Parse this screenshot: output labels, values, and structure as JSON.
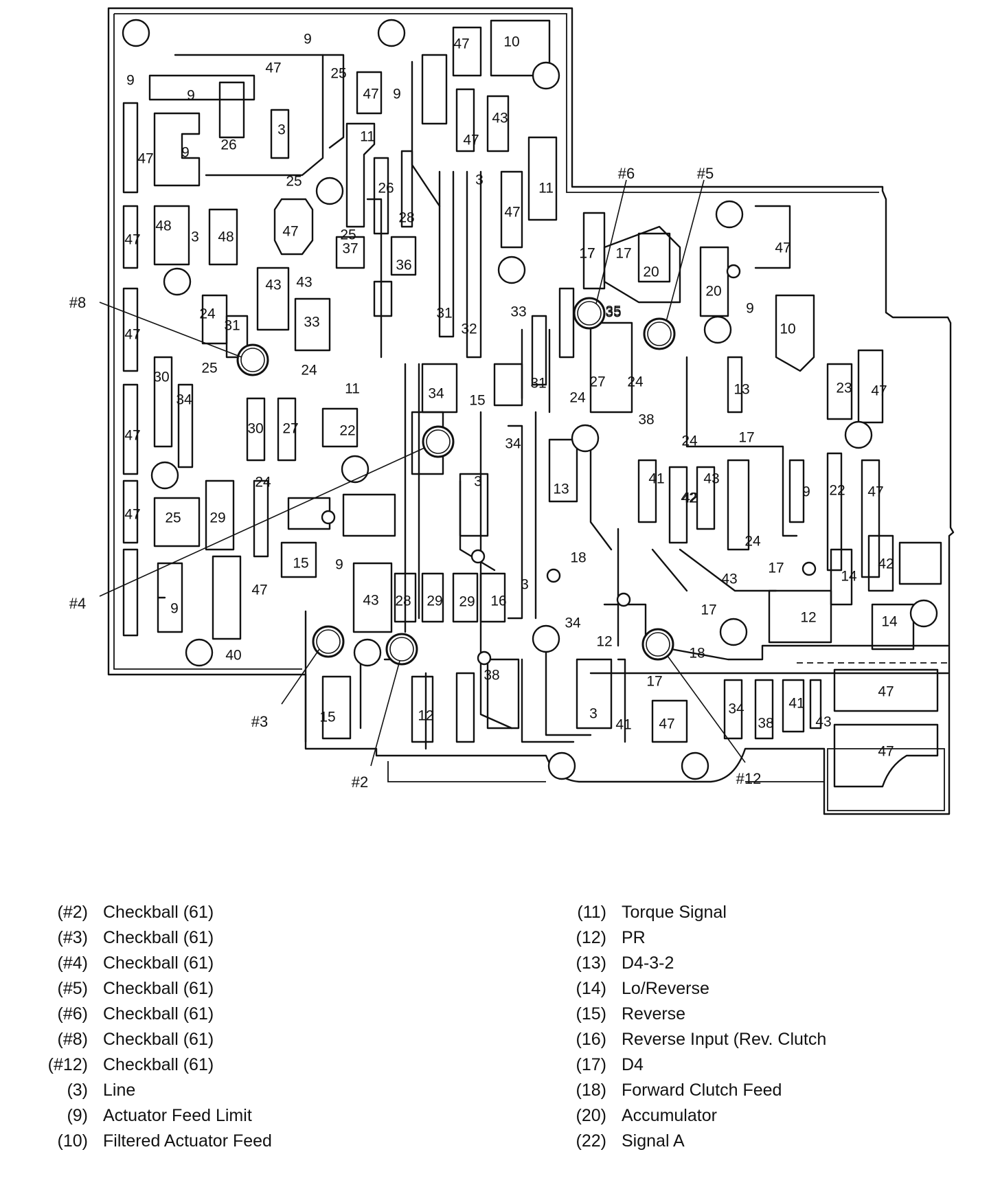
{
  "diagram": {
    "passage_labels": [
      "9",
      "47",
      "10",
      "9",
      "47",
      "25",
      "47",
      "9",
      "9",
      "43",
      "47",
      "47",
      "9",
      "26",
      "3",
      "11",
      "26",
      "25",
      "3",
      "11",
      "25",
      "48",
      "3",
      "48",
      "47",
      "47",
      "28",
      "47",
      "37",
      "36",
      "43",
      "43",
      "24",
      "31",
      "33",
      "47",
      "30",
      "34",
      "25",
      "24",
      "11",
      "30",
      "27",
      "22",
      "47",
      "24",
      "47",
      "25",
      "29",
      "15",
      "9",
      "43",
      "28",
      "29",
      "29",
      "16",
      "47",
      "9",
      "40",
      "15",
      "12",
      "38",
      "3",
      "41",
      "47",
      "34",
      "38",
      "41",
      "43",
      "47",
      "47",
      "31",
      "32",
      "33",
      "35",
      "34",
      "15",
      "3",
      "34",
      "3",
      "13",
      "18",
      "34",
      "12",
      "31",
      "24",
      "27",
      "24",
      "38",
      "24",
      "35",
      "17",
      "17",
      "20",
      "20",
      "17",
      "47",
      "9",
      "10",
      "13",
      "17",
      "23",
      "47",
      "41",
      "43",
      "42",
      "24",
      "43",
      "42",
      "9",
      "22",
      "47",
      "14",
      "42",
      "17",
      "12",
      "14",
      "17",
      "18",
      "17"
    ],
    "checkball_labels": [
      "#6",
      "#5",
      "#8",
      "#4",
      "#3",
      "#2",
      "#12"
    ]
  },
  "legend_left": [
    {
      "num": "(#2)",
      "text": "Checkball (61)"
    },
    {
      "num": "(#3)",
      "text": "Checkball (61)"
    },
    {
      "num": "(#4)",
      "text": "Checkball (61)"
    },
    {
      "num": "(#5)",
      "text": "Checkball (61)"
    },
    {
      "num": "(#6)",
      "text": "Checkball (61)"
    },
    {
      "num": "(#8)",
      "text": "Checkball (61)"
    },
    {
      "num": "(#12)",
      "text": "Checkball (61)"
    },
    {
      "num": "(3)",
      "text": "Line"
    },
    {
      "num": "(9)",
      "text": "Actuator Feed Limit"
    },
    {
      "num": "(10)",
      "text": "Filtered Actuator Feed"
    }
  ],
  "legend_right": [
    {
      "num": "(11)",
      "text": "Torque Signal"
    },
    {
      "num": "(12)",
      "text": "PR"
    },
    {
      "num": "(13)",
      "text": "D4-3-2"
    },
    {
      "num": "(14)",
      "text": "Lo/Reverse"
    },
    {
      "num": "(15)",
      "text": "Reverse"
    },
    {
      "num": "(16)",
      "text": "Reverse Input (Rev. Clutch"
    },
    {
      "num": "(17)",
      "text": "D4"
    },
    {
      "num": "(18)",
      "text": "Forward Clutch Feed"
    },
    {
      "num": "(20)",
      "text": "Accumulator"
    },
    {
      "num": "(22)",
      "text": "Signal A"
    }
  ]
}
